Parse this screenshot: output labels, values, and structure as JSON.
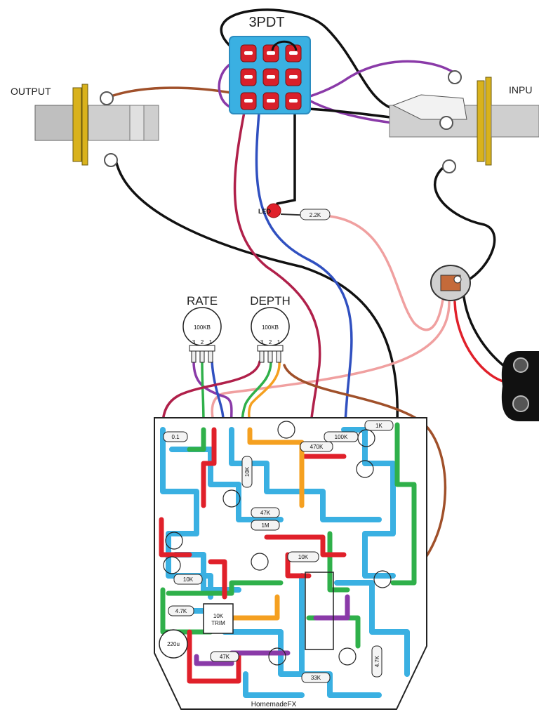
{
  "switch": {
    "label": "3PDT"
  },
  "jacks": {
    "output_label": "OUTPUT",
    "input_label": "INPU"
  },
  "led": {
    "label": "LED",
    "resistor": "2.2K"
  },
  "pots": [
    {
      "name": "RATE",
      "value": "100KB",
      "pins": [
        "3",
        "2",
        "1"
      ]
    },
    {
      "name": "DEPTH",
      "value": "100KB",
      "pins": [
        "3",
        "2",
        "1"
      ]
    }
  ],
  "board": {
    "brand": "HomemadeFX",
    "parts": {
      "r_1k": "1K",
      "r_100k_a": "100K",
      "r_470k": "470K",
      "c_01": "0.1",
      "r_10k_a": "10K",
      "r_47k_a": "47K",
      "r_1m": "1M",
      "r_10k_b": "10K",
      "r_4_7k": "4.7K",
      "trim": "10K TRIM",
      "c_220u": "220u",
      "r_47k_b": "47K",
      "r_33k": "33K",
      "r_4_7k_b": "4.7K",
      "r_10k_c": "10K"
    }
  },
  "colors": {
    "board": "#ffffff",
    "trace_blue": "#3ab0e2",
    "trace_red": "#e0202a",
    "trace_green": "#2fb04a",
    "trace_orange": "#f5a020",
    "trace_purple": "#8a3aa8",
    "switch_body": "#3ab0e2",
    "lug_red": "#d8202a",
    "jack_gold": "#d9b21c"
  }
}
